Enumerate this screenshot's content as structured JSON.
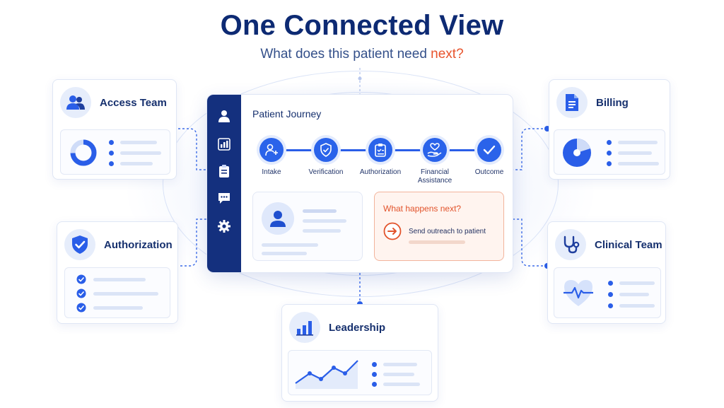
{
  "header": {
    "title": "One Connected View",
    "subtitle_prefix": "What does this patient need ",
    "subtitle_accent": "next?"
  },
  "colors": {
    "navy": "#0d2a73",
    "brand_blue": "#2a5ee8",
    "accent_orange": "#e8532c",
    "sidebar": "#14307e"
  },
  "cards": {
    "access_team": {
      "title": "Access Team",
      "icon": "users-icon"
    },
    "authorization": {
      "title": "Authorization",
      "icon": "shield-check-icon"
    },
    "billing": {
      "title": "Billing",
      "icon": "document-icon"
    },
    "clinical_team": {
      "title": "Clinical Team",
      "icon": "stethoscope-icon"
    },
    "leadership": {
      "title": "Leadership",
      "icon": "bar-chart-icon"
    }
  },
  "panel": {
    "title": "Patient Journey",
    "sidebar_icons": [
      "user-icon",
      "chart-icon",
      "clipboard-icon",
      "chat-icon",
      "gear-icon"
    ],
    "steps": [
      {
        "label": "Intake",
        "icon": "user-plus-icon"
      },
      {
        "label": "Verification",
        "icon": "shield-icon"
      },
      {
        "label": "Authorization",
        "icon": "clipboard-icon"
      },
      {
        "label": "Financial Assistance",
        "icon": "hand-heart-icon"
      },
      {
        "label": "Outcome",
        "icon": "check-icon"
      }
    ],
    "next": {
      "title": "What happens next?",
      "action": "Send outreach to patient",
      "icon": "arrow-right-icon"
    }
  }
}
